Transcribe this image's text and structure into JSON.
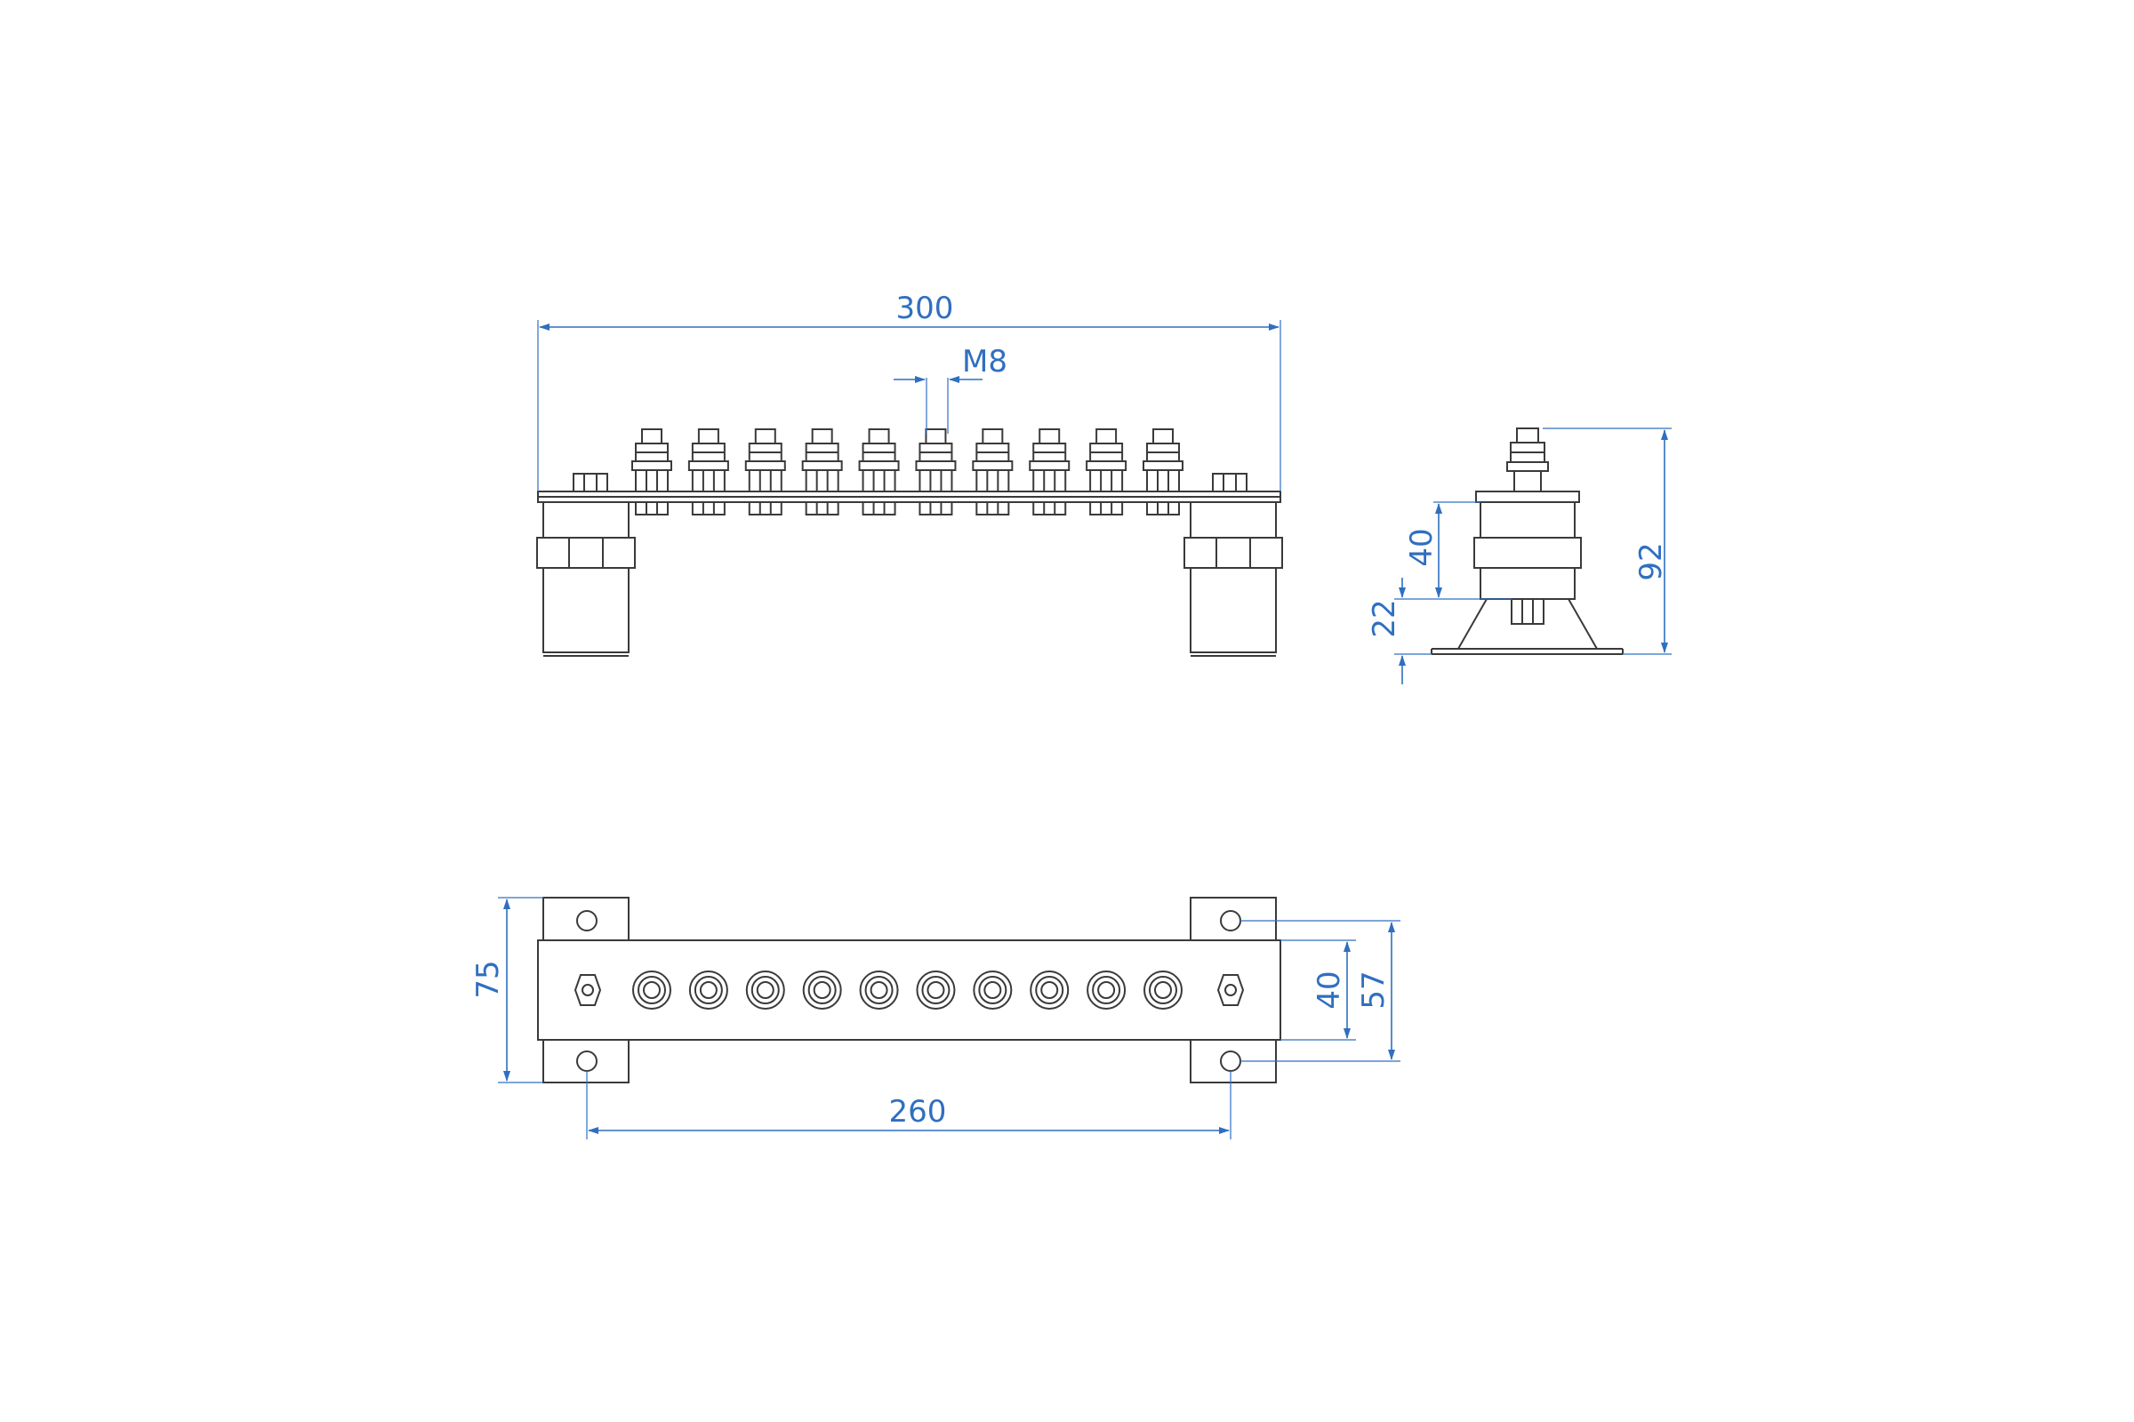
{
  "colors": {
    "dimension": "#2f6fc0",
    "part_outline": "#3a3a3a",
    "background": "#ffffff"
  },
  "terminal_count": 10,
  "dimensions": {
    "front_length": "300",
    "thread": "M8",
    "side_total_height": "92",
    "side_insulator_height": "40",
    "side_base_height": "22",
    "top_depth": "75",
    "top_mount_spacing": "260",
    "top_bar_width": "40",
    "top_outer_width": "57"
  }
}
